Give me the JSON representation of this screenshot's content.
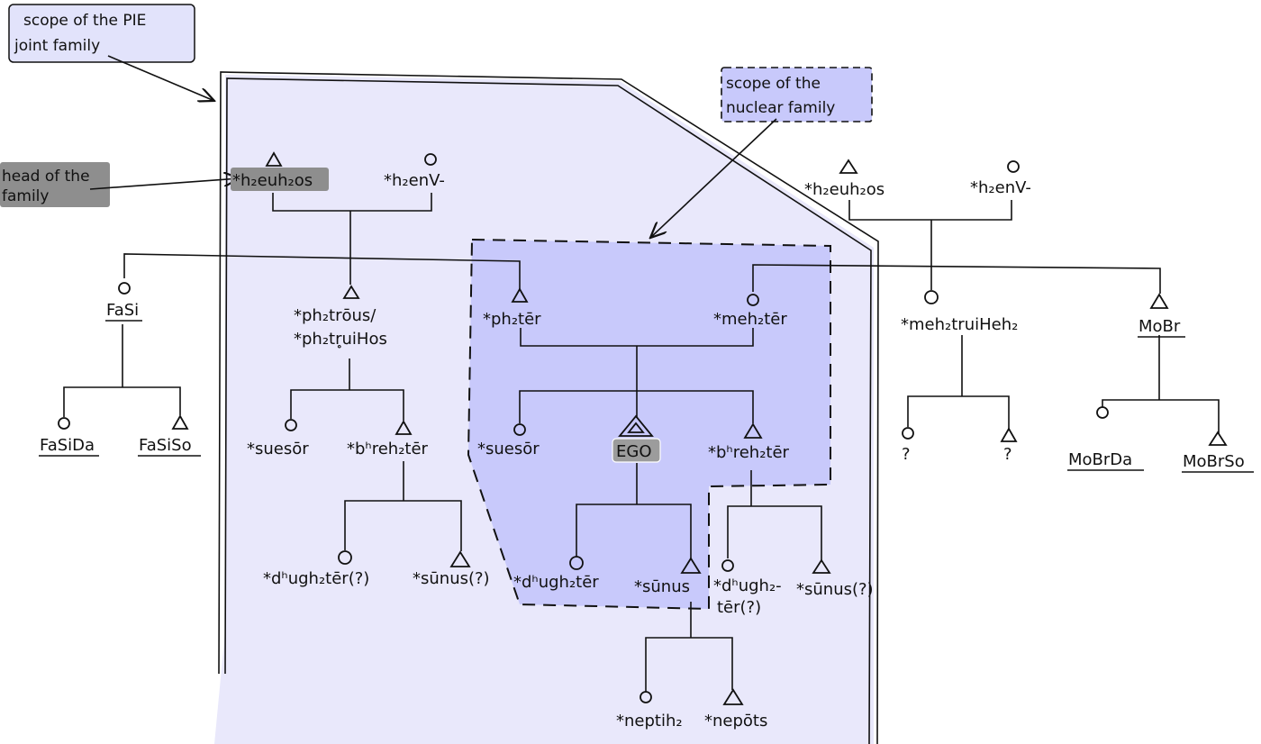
{
  "colors": {
    "joint_fill": "#e9e8fb",
    "nuclear_fill": "#c8c9fb",
    "callout_fill": "#e2e3fb",
    "ego_fill": "#9c9c9c",
    "head_fill": "#8e8e8e"
  },
  "callouts": {
    "joint_line1": "scope of the PIE",
    "joint_line2": "joint family",
    "nuclear_line1": "scope of the",
    "nuclear_line2": "nuclear family",
    "head_line1": "head of the",
    "head_line2": "family"
  },
  "symbols": {
    "male": "triangle",
    "female": "circle"
  },
  "paternal_grandparents": {
    "grandfather": "*h₂euh₂os",
    "grandmother": "*h₂enV-"
  },
  "paternal_uncle": {
    "line1": "*ph₂trōus/",
    "line2": "*ph₂tr̥uiHos"
  },
  "uncle_children": {
    "sister": "*suesōr",
    "brother": "*bʰreh₂tēr",
    "daughter": "*dʰugh₂tēr(?)",
    "son": "*sūnus(?)"
  },
  "father_sister": {
    "label": "FaSi",
    "daughter": "FaSiDa",
    "son": "FaSiSo"
  },
  "parents": {
    "father": "*ph₂tēr",
    "mother": "*meh₂tēr"
  },
  "siblings": {
    "sister": "*suesōr",
    "ego": "EGO",
    "brother": "*bʰreh₂tēr"
  },
  "ego_children": {
    "daughter": "*dʰugh₂tēr",
    "son": "*sūnus"
  },
  "brother_children": {
    "daughter_line1": "*dʰugh₂-",
    "daughter_line2": "tēr(?)",
    "son": "*sūnus(?)"
  },
  "grandchildren": {
    "granddaughter": "*neptih₂",
    "grandson": "*nepōts"
  },
  "maternal_grandparents": {
    "grandfather": "*h₂euh₂os",
    "grandmother": "*h₂enV-"
  },
  "maternal_aunt": {
    "label": "*meh₂truiHeh₂",
    "daughter": "?",
    "son": "?"
  },
  "mother_brother": {
    "label": "MoBr",
    "daughter": "MoBrDa",
    "son": "MoBrSo"
  }
}
